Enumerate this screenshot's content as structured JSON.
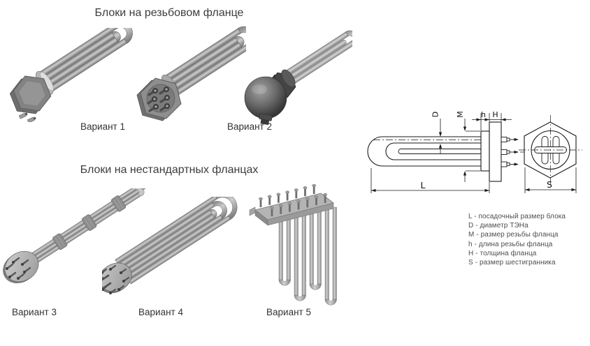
{
  "sections": [
    {
      "title": "Блоки на резьбовом фланце",
      "variant_labels": [
        "Вариант 1",
        "Вариант 2"
      ]
    },
    {
      "title": "Блоки на нестандартных фланцах",
      "variant_labels": [
        "Вариант 3",
        "Вариант 4",
        "Вариант 5"
      ]
    }
  ],
  "drawing": {
    "dimensions": {
      "L": "L",
      "D": "D",
      "M": "M",
      "h": "h",
      "H": "H",
      "S": "S"
    },
    "legend": [
      "L - посадочный размер блока",
      "D - диаметр ТЭНа",
      "M - размер резьбы фланца",
      "h - длина резьбы фланца",
      "H - толщина фланца",
      "S - размер шестигранника"
    ]
  },
  "colors": {
    "background": "#ffffff",
    "line": "#1a1a1a",
    "title_text": "#3d3d3d",
    "legend_text": "#4d4d4d"
  }
}
